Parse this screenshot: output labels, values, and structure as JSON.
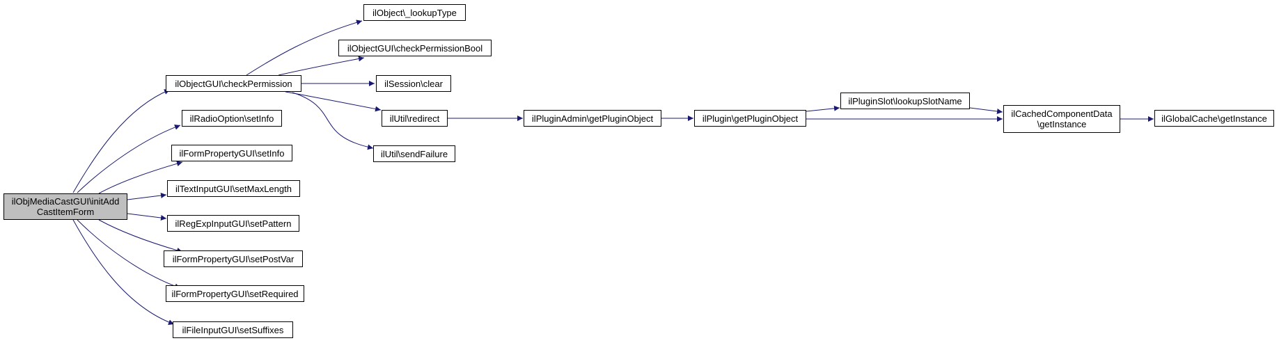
{
  "colors": {
    "edge": "#191970",
    "node_border": "#000000",
    "node_fill": "#ffffff",
    "root_fill": "#bfbfbf",
    "background": "#ffffff"
  },
  "nodes": {
    "root": "ilObjMediaCastGUI\\initAdd\nCastItemForm",
    "checkPermission": "ilObjectGUI\\checkPermission",
    "lookupType": "ilObject\\_lookupType",
    "checkPermissionBool": "ilObjectGUI\\checkPermissionBool",
    "sessionClear": "ilSession\\clear",
    "utilRedirect": "ilUtil\\redirect",
    "utilSendFailure": "ilUtil\\sendFailure",
    "radioSetInfo": "ilRadioOption\\setInfo",
    "formSetInfo": "ilFormPropertyGUI\\setInfo",
    "textSetMaxLength": "ilTextInputGUI\\setMaxLength",
    "regExpSetPattern": "ilRegExpInputGUI\\setPattern",
    "formSetPostVar": "ilFormPropertyGUI\\setPostVar",
    "formSetRequired": "ilFormPropertyGUI\\setRequired",
    "fileSetSuffixes": "ilFileInputGUI\\setSuffixes",
    "pluginAdminGetPluginObject": "ilPluginAdmin\\getPluginObject",
    "pluginGetPluginObject": "ilPlugin\\getPluginObject",
    "pluginSlotLookupSlotName": "ilPluginSlot\\lookupSlotName",
    "cachedComponentDataGetInstance": "ilCachedComponentData\n\\getInstance",
    "globalCacheGetInstance": "ilGlobalCache\\getInstance"
  }
}
